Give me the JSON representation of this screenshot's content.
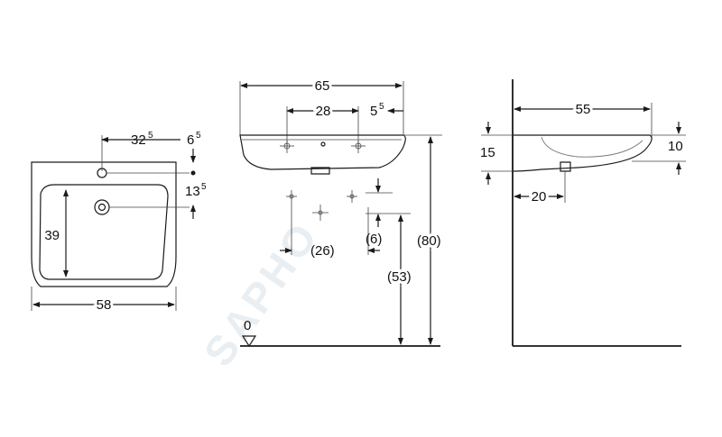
{
  "watermark": "SAPHO",
  "front_view": {
    "width_label": "58",
    "height_label": "39",
    "tap_offset_main": "32",
    "tap_offset_sup": "5",
    "top_offset_main": "6",
    "top_offset_sup": "5",
    "drain_offset_main": "13",
    "drain_offset_sup": "5"
  },
  "side_view": {
    "overall_width": "65",
    "fixing_distance_main": "28",
    "fixing_offset_main": "5",
    "fixing_offset_sup": "5",
    "mount_spacing": "(26)",
    "mount_offset": "(6)",
    "height_to_top": "(80)",
    "height_to_mount": "(53)",
    "floor_level": "0"
  },
  "profile_view": {
    "depth": "55",
    "front_thickness": "15",
    "rim_height": "10",
    "drain_from_wall": "20"
  },
  "colors": {
    "line": "#1a1a1a",
    "watermark": "#e9eef2"
  }
}
